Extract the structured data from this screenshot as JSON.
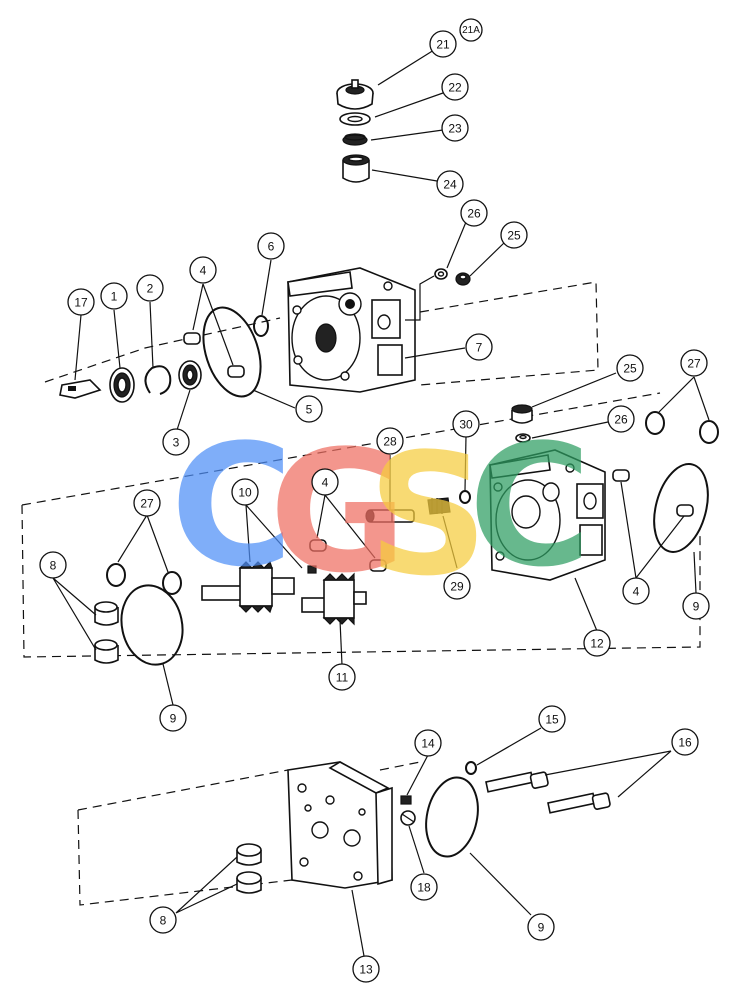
{
  "watermark": {
    "letters": [
      {
        "char": "C",
        "color": "#4f8ff7"
      },
      {
        "char": "G",
        "color": "#ef6f62"
      },
      {
        "char": "S",
        "color": "#f6cd3e"
      },
      {
        "char": "C",
        "color": "#2e9e62"
      }
    ]
  },
  "callouts": [
    {
      "id": "c21a",
      "label": "21A"
    },
    {
      "id": "c21",
      "label": "21"
    },
    {
      "id": "c22",
      "label": "22"
    },
    {
      "id": "c23",
      "label": "23"
    },
    {
      "id": "c24",
      "label": "24"
    },
    {
      "id": "c26a",
      "label": "26"
    },
    {
      "id": "c25a",
      "label": "25"
    },
    {
      "id": "c17",
      "label": "17"
    },
    {
      "id": "c1",
      "label": "1"
    },
    {
      "id": "c2",
      "label": "2"
    },
    {
      "id": "c4a",
      "label": "4"
    },
    {
      "id": "c6",
      "label": "6"
    },
    {
      "id": "c7",
      "label": "7"
    },
    {
      "id": "c5",
      "label": "5"
    },
    {
      "id": "c3",
      "label": "3"
    },
    {
      "id": "c25b",
      "label": "25"
    },
    {
      "id": "c26b",
      "label": "26"
    },
    {
      "id": "c27a",
      "label": "27"
    },
    {
      "id": "c28",
      "label": "28"
    },
    {
      "id": "c30",
      "label": "30"
    },
    {
      "id": "c10",
      "label": "10"
    },
    {
      "id": "c4b",
      "label": "4"
    },
    {
      "id": "c27b",
      "label": "27"
    },
    {
      "id": "c8a",
      "label": "8"
    },
    {
      "id": "c29",
      "label": "29"
    },
    {
      "id": "c4c",
      "label": "4"
    },
    {
      "id": "c9a",
      "label": "9"
    },
    {
      "id": "c12",
      "label": "12"
    },
    {
      "id": "c11",
      "label": "11"
    },
    {
      "id": "c9b",
      "label": "9"
    },
    {
      "id": "c15",
      "label": "15"
    },
    {
      "id": "c14",
      "label": "14"
    },
    {
      "id": "c16",
      "label": "16"
    },
    {
      "id": "c18",
      "label": "18"
    },
    {
      "id": "c8b",
      "label": "8"
    },
    {
      "id": "c9c",
      "label": "9"
    },
    {
      "id": "c13",
      "label": "13"
    }
  ]
}
